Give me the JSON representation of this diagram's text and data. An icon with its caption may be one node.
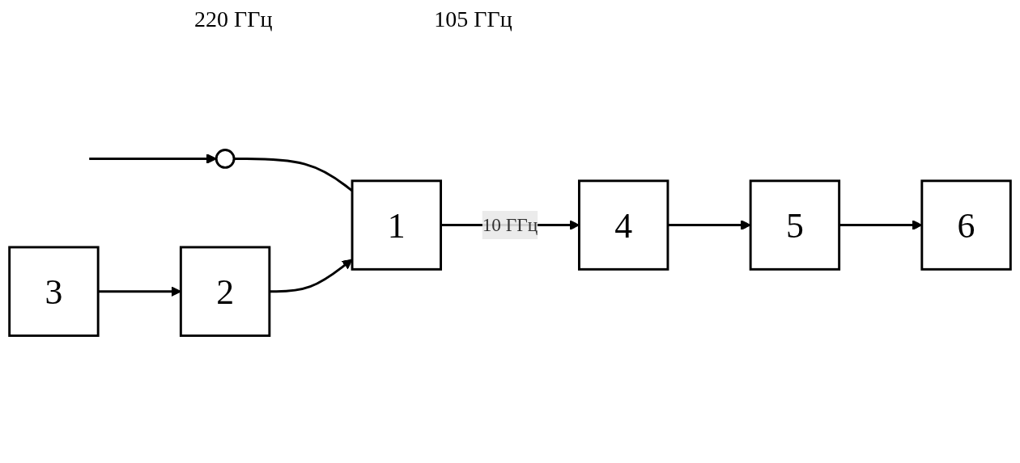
{
  "diagram": {
    "nodes": [
      {
        "text": [],
        "shape": "circle"
      },
      {
        "text": [
          "1"
        ]
      },
      {
        "text": [
          "2"
        ]
      },
      {
        "text": [
          "3"
        ]
      },
      {
        "text": [
          "4"
        ]
      },
      {
        "text": [
          "5"
        ]
      },
      {
        "text": [
          "6"
        ]
      }
    ],
    "edges": [
      {
        "from": null,
        "to": 0,
        "arrow": "to"
      },
      {
        "from": 0,
        "to": 1,
        "arrow": "none"
      },
      {
        "from": 2,
        "to": 1,
        "arrow": "to"
      },
      {
        "from": 3,
        "to": 2,
        "arrow": "to"
      },
      {
        "from": 1,
        "to": 4,
        "arrow": "to",
        "label": "10 ГГц"
      },
      {
        "from": 4,
        "to": 5,
        "arrow": "to"
      },
      {
        "from": 5,
        "to": 6,
        "arrow": "to"
      }
    ],
    "labels": [
      "220 ГГц",
      "105 ГГц"
    ]
  }
}
